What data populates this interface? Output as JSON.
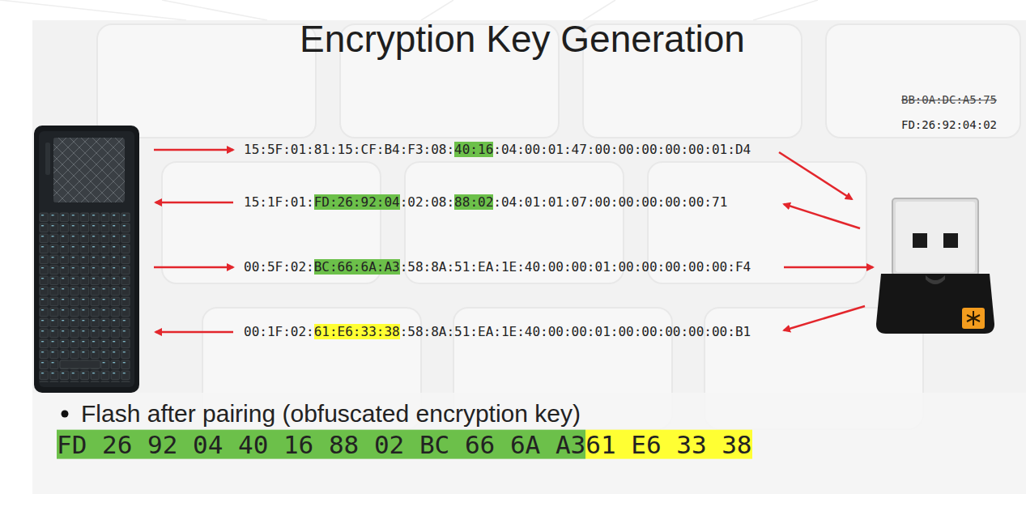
{
  "diagram": {
    "title": "Encryption Key Generation",
    "labels": [
      "15:5F:01:81:15:CF:B4:F3:08:",
      "40:16",
      ":04:00:01:47:00:00:00:00:00:01:D4",
      "15:1F:01:",
      "FD:26:92:04",
      ":02:08:",
      "88:02",
      ":04:01:01:07:00:00:00:00:00:71",
      "00:5F:02:",
      "BC:66:6A:A3",
      ":58:8A:51:EA:1E:40:00:00:01:00:00:00:00:00:F4",
      "00:1F:02:",
      "61:E6:33:38",
      ":58:8A:51:EA:1E:40:00:00:01:00:00:00:00:00:B1",
      "BB:0A:DC:A5:75",
      "FD:26:92:04:02",
      "Flash after pairing (obfuscated encryption key)",
      "FD 26 92 04 40 16 88 02 BC 66 6A A3",
      "61 E6 33 38"
    ]
  }
}
